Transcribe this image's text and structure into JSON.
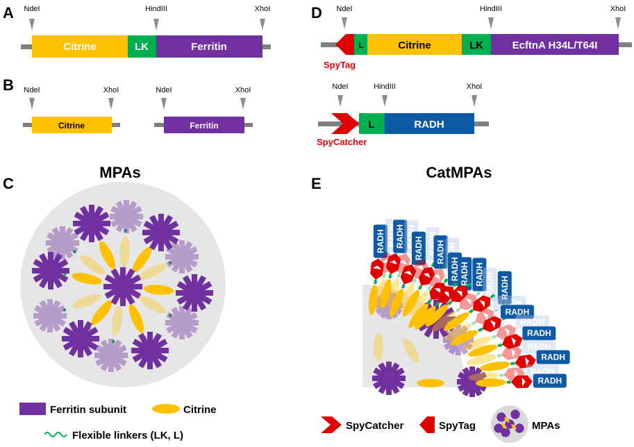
{
  "colors": {
    "citrine": "#ffc000",
    "ferritin": "#7030a0",
    "linker": "#00b050",
    "radh": "#0e5aa7",
    "radh_faded": "#b4c7e7",
    "spy": "#e00000",
    "spy_faded": "#f4aeae",
    "backbone": "#808080",
    "sphere": "#e6e6e6"
  },
  "panels": {
    "a": "A",
    "b": "B",
    "c": "C",
    "d": "D",
    "e": "E"
  },
  "sites": {
    "ndei": "NdeI",
    "hindiii": "HindIII",
    "xhoi": "XhoI"
  },
  "construct_a": {
    "citrine": "Citrine",
    "linker": "LK",
    "ferritin": "Ferritin"
  },
  "construct_b": {
    "citrine": "Citrine",
    "ferritin": "Ferritin"
  },
  "construct_d1": {
    "linker_short": "L",
    "citrine": "Citrine",
    "linker": "LK",
    "ferritin": "EcftnA H34L/T64I",
    "tag": "SpyTag"
  },
  "construct_d2": {
    "linker_short": "L",
    "enzyme": "RADH",
    "tag": "SpyCatcher"
  },
  "titles": {
    "mpas": "MPAs",
    "catmpas": "CatMPAs"
  },
  "radh_label": "RADH",
  "legend": {
    "ferritin": "Ferritin subunit",
    "citrine": "Citrine",
    "linkers": "Flexible linkers (LK, L)",
    "spycatcher": "SpyCatcher",
    "spytag": "SpyTag",
    "mpas": "MPAs"
  }
}
